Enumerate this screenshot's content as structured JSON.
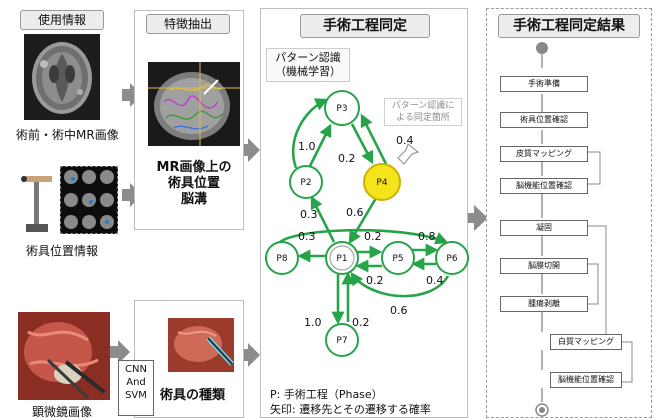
{
  "col1": {
    "header": "使用情報",
    "mri_caption": "術前・術中MR画像",
    "tool_caption": "術具位置情報",
    "micro_caption": "顕微鏡画像"
  },
  "col2": {
    "header": "特徴抽出",
    "feature_label": "MR画像上の\n術具位置\n脳溝",
    "cnn_label": "CNN\nAnd\nSVM",
    "tool_type_label": "術具の種類"
  },
  "col3": {
    "header": "手術工程同定",
    "pattern_label": "パターン認識\n（機械学習）",
    "callout": "パターン認識に\nよる同定箇所",
    "nodes": [
      "P1",
      "P2",
      "P3",
      "P4",
      "P5",
      "P6",
      "P7",
      "P8"
    ],
    "edge_labels": [
      "1.0",
      "0.2",
      "0.4",
      "0.6",
      "0.3",
      "0.3",
      "0.2",
      "0.8",
      "0.2",
      "0.4",
      "0.6",
      "1.0",
      "0.2"
    ],
    "legend_line1": "P: 手術工程（Phase）",
    "legend_line2": "矢印: 遷移先とその遷移する確率"
  },
  "col4": {
    "header": "手術工程同定結果",
    "steps": [
      "手術準備",
      "術具位置確認",
      "皮質マッピング",
      "脳機能位置確認",
      "凝固",
      "脳膜切開",
      "腫瘍剥離"
    ],
    "inner_steps": [
      "白質マッピング",
      "脳機能位置確認"
    ]
  },
  "colors": {
    "green": "#27a34a",
    "yellow": "#f5e41c",
    "arrow_gray": "#8c8c8c"
  }
}
